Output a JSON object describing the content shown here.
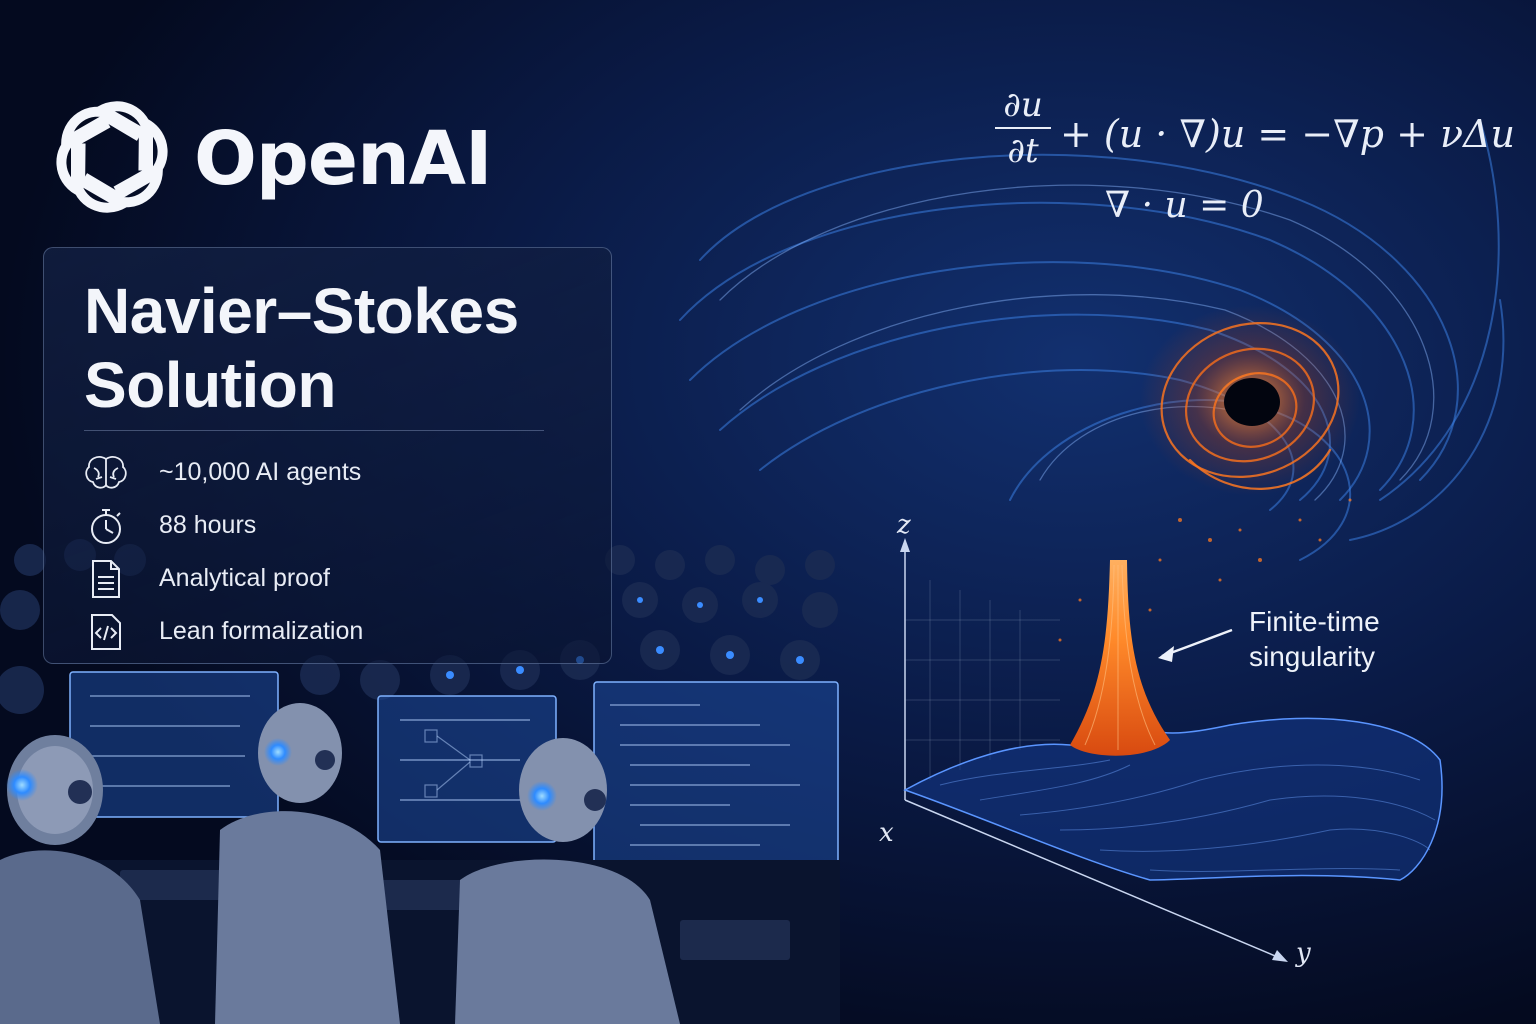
{
  "brand": {
    "name": "OpenAI",
    "logo_icon": "openai-knot-icon"
  },
  "card": {
    "title_line1": "Navier–Stokes",
    "title_line2": "Solution",
    "features": [
      {
        "icon": "brain-icon",
        "label": "~10,000 AI agents"
      },
      {
        "icon": "stopwatch-icon",
        "label": "88 hours"
      },
      {
        "icon": "document-icon",
        "label": "Analytical proof"
      },
      {
        "icon": "code-icon",
        "label": "Lean formalization"
      }
    ]
  },
  "equations": {
    "frac_num": "∂u",
    "frac_den": "∂t",
    "momentum_rest": "+ (u · ∇)u = −∇p + νΔu",
    "continuity": "∇ · u = 0"
  },
  "plot": {
    "axis_x": "x",
    "axis_y": "y",
    "axis_z": "z",
    "annotation_line1": "Finite-time",
    "annotation_line2": "singularity"
  },
  "colors": {
    "background": "#050c24",
    "accent_blue": "#3f86ff",
    "accent_orange": "#ff6a1a"
  }
}
